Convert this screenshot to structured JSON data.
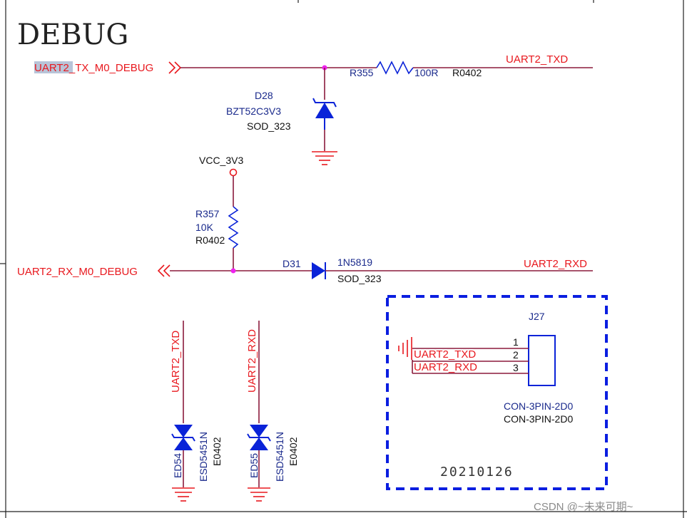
{
  "sheet": {
    "title": "DEBUG",
    "date_code": "20210126",
    "watermark": "CSDN @~未来可期~"
  },
  "nets": {
    "tx_debug": "UART2_TX_M0_DEBUG",
    "tx": "UART2_TXD",
    "rx_debug": "UART2_RX_M0_DEBUG",
    "rx": "UART2_RXD",
    "vcc": "VCC_3V3"
  },
  "parts": {
    "r355": {
      "ref": "R355",
      "value": "100R",
      "footprint": "R0402"
    },
    "d28": {
      "ref": "D28",
      "value": "BZT52C3V3",
      "footprint": "SOD_323"
    },
    "r357": {
      "ref": "R357",
      "value": "10K",
      "footprint": "R0402"
    },
    "d31": {
      "ref": "D31",
      "value": "1N5819",
      "footprint": "SOD_323"
    },
    "ed54": {
      "ref": "ED54",
      "value": "ESD5451N",
      "footprint": "E0402"
    },
    "ed55": {
      "ref": "ED55",
      "value": "ESD5451N",
      "footprint": "E0402"
    },
    "j27": {
      "ref": "J27",
      "value": "CON-3PIN-2D0",
      "footprint": "CON-3PIN-2D0",
      "pins": [
        "1",
        "2",
        "3"
      ],
      "pin_nets": [
        "UART2_TXD",
        "UART2_RXD"
      ]
    }
  },
  "colors": {
    "wire": "#8b1a3c",
    "net_label": "#e8181e",
    "component": "#0a23d8",
    "ref_text": "#1a2a8c",
    "text": "#111111",
    "junction": "#ee22ee",
    "box": "#0a1ee0"
  }
}
